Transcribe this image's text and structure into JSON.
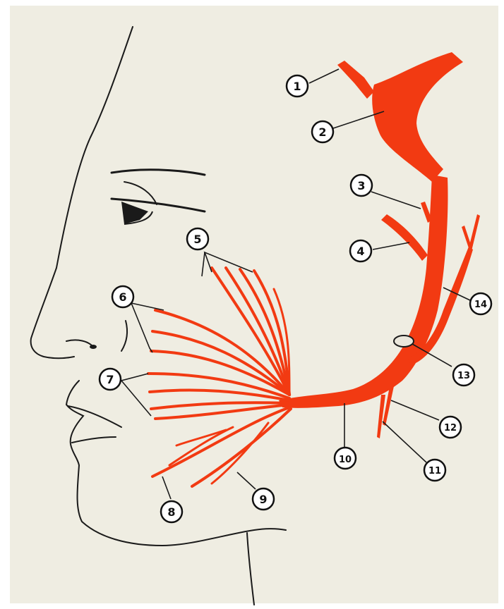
{
  "colors": {
    "background": "#efede2",
    "outline": "#1a1a1a",
    "nerve": "#f23a12",
    "callout_fill": "#ffffff"
  },
  "callouts": [
    {
      "id": "1",
      "label": "1"
    },
    {
      "id": "2",
      "label": "2"
    },
    {
      "id": "3",
      "label": "3"
    },
    {
      "id": "4",
      "label": "4"
    },
    {
      "id": "5",
      "label": "5"
    },
    {
      "id": "6",
      "label": "6"
    },
    {
      "id": "7",
      "label": "7"
    },
    {
      "id": "8",
      "label": "8"
    },
    {
      "id": "9",
      "label": "9"
    },
    {
      "id": "10",
      "label": "10"
    },
    {
      "id": "11",
      "label": "11"
    },
    {
      "id": "12",
      "label": "12"
    },
    {
      "id": "13",
      "label": "13"
    },
    {
      "id": "14",
      "label": "14"
    }
  ]
}
